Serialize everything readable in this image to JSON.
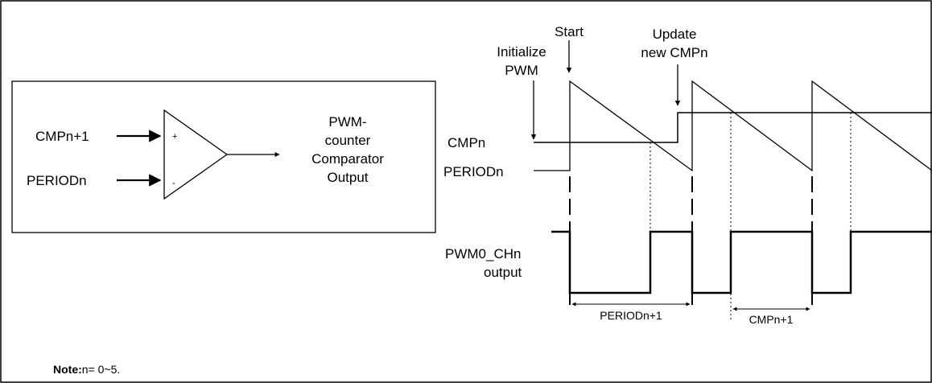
{
  "comparator": {
    "input_plus": "CMPn+1",
    "input_minus": "PERIODn",
    "plus_sign": "+",
    "minus_sign": "-",
    "output_lines": [
      "PWM-",
      "counter",
      "Comparator",
      "Output"
    ]
  },
  "timing": {
    "start_label": "Start",
    "initialize_lines": [
      "Initialize",
      "PWM"
    ],
    "update_lines": [
      "Update",
      "new CMPn"
    ],
    "cmpn_label": "CMPn",
    "periodn_label": "PERIODn",
    "output_label_lines": [
      "PWM0_CHn",
      "output"
    ],
    "period_measure": "PERIODn+1",
    "cmp_measure": "CMPn+1"
  },
  "note": {
    "bold": "Note:",
    "text": "n= 0~5."
  }
}
